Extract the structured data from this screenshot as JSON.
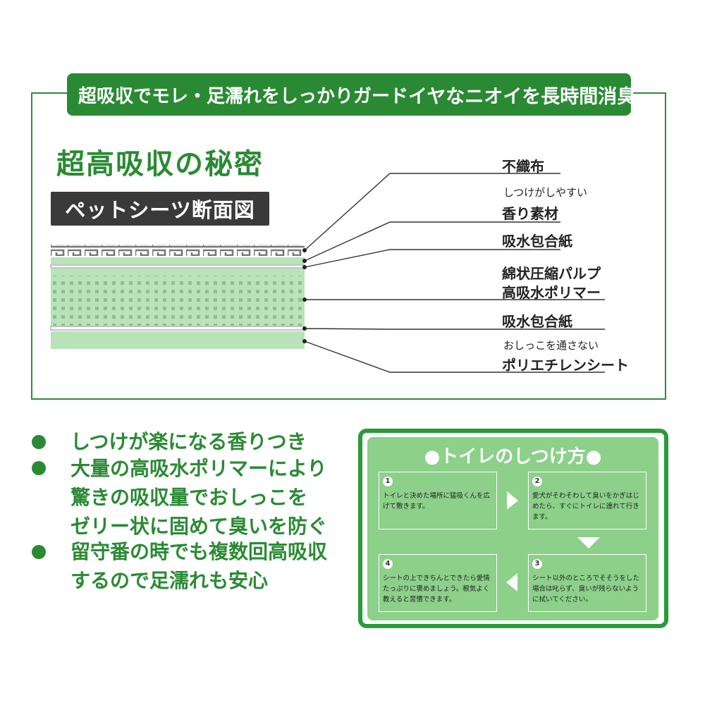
{
  "header": {
    "left_text": "超吸収でモレ・足濡れをしっかりガード",
    "right_text": "イヤなニオイを長時間消臭"
  },
  "diagram": {
    "title": "超高吸収の秘密",
    "subtitle": "ペットシーツ断面図",
    "layers": [
      {
        "label": "不織布"
      },
      {
        "note": "しつけがしやすい",
        "label": "香り素材"
      },
      {
        "label": "吸水包合紙"
      },
      {
        "label": "綿状圧縮パルプ",
        "label2": "高吸水ポリマー"
      },
      {
        "label": "吸水包合紙"
      },
      {
        "note": "おしっこを通さない",
        "label": "ポリエチレンシート"
      }
    ]
  },
  "bullets": [
    {
      "lines": [
        "しつけが楽になる香りつき"
      ]
    },
    {
      "lines": [
        "大量の高吸水ポリマーにより",
        "驚きの吸収量でおしっこを",
        "ゼリー状に固めて臭いを防ぐ"
      ]
    },
    {
      "lines": [
        "留守番の時でも複数回高吸収",
        "するので足濡れも安心"
      ]
    }
  ],
  "training": {
    "title": "●トイレのしつけ方●",
    "steps": [
      {
        "num": "1",
        "text": "トイレと決めた場所に猛吸くんを広げて敷きます。"
      },
      {
        "num": "2",
        "text": "愛犬がそわそわして臭いをかぎはじめたら、すぐにトイレに連れて行きます。"
      },
      {
        "num": "3",
        "text": "シート以外のところでそそうをした場合は叱らず、臭いが残らないように拭いてください。"
      },
      {
        "num": "4",
        "text": "シートの上できちんとできたら愛情たっぷりに褒めましょう。根気よく教えると習慣できます。"
      }
    ]
  },
  "colors": {
    "brand_green": "#2a8a34",
    "light_green": "#8cd08a",
    "layer_green": "#b9e3b9",
    "dark": "#3a3a3a"
  }
}
